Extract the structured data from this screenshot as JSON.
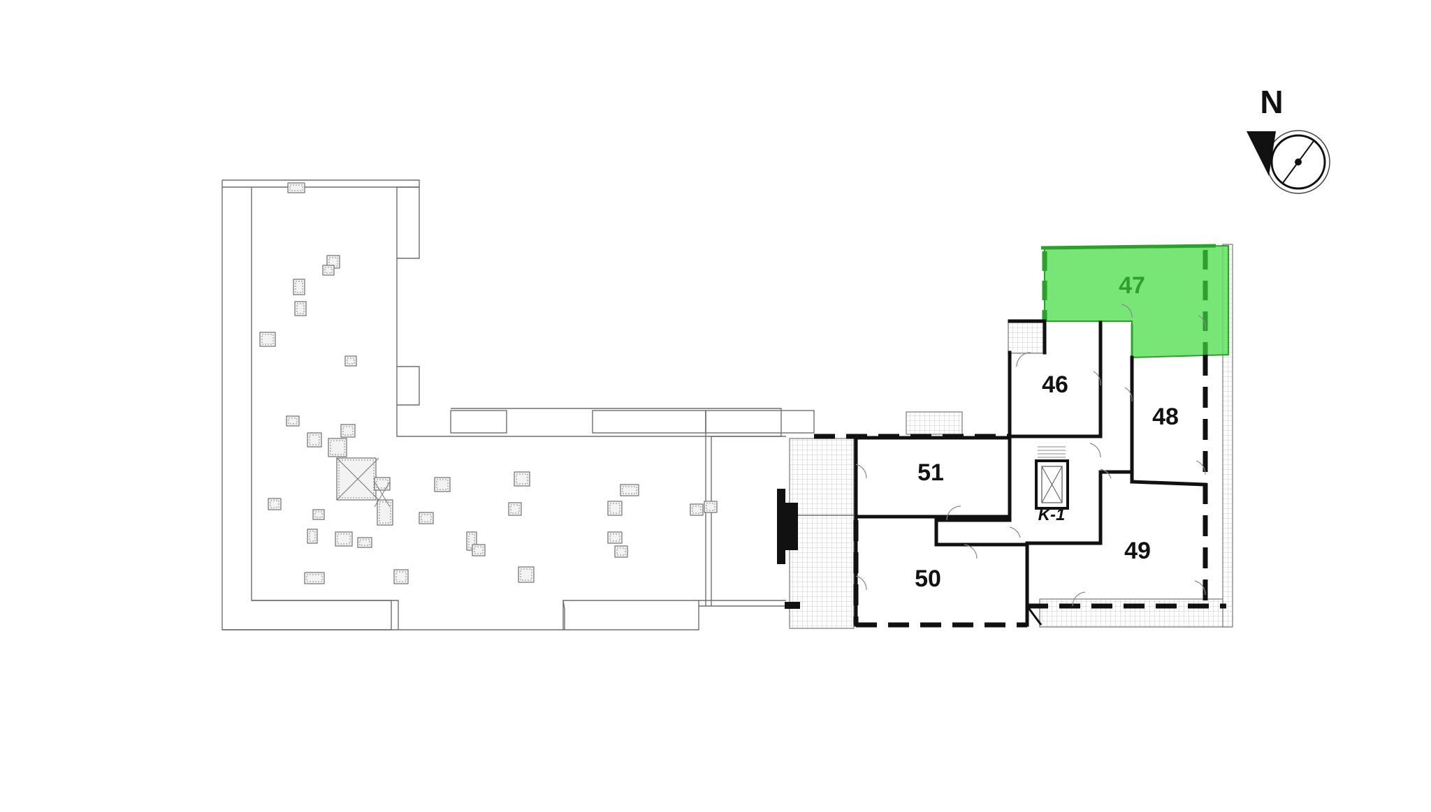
{
  "compass": {
    "label": "N",
    "icon": "compass-icon"
  },
  "colors": {
    "selected_fill": "#5fe25f",
    "selected_stroke": "#2e9e2e",
    "selected_label": "#2e9e2e"
  },
  "units": [
    {
      "id": "47",
      "label": "47",
      "selected": true
    },
    {
      "id": "46",
      "label": "46",
      "selected": false
    },
    {
      "id": "48",
      "label": "48",
      "selected": false
    },
    {
      "id": "49",
      "label": "49",
      "selected": false
    },
    {
      "id": "50",
      "label": "50",
      "selected": false
    },
    {
      "id": "51",
      "label": "51",
      "selected": false
    }
  ],
  "stair": {
    "label": "K-1"
  }
}
